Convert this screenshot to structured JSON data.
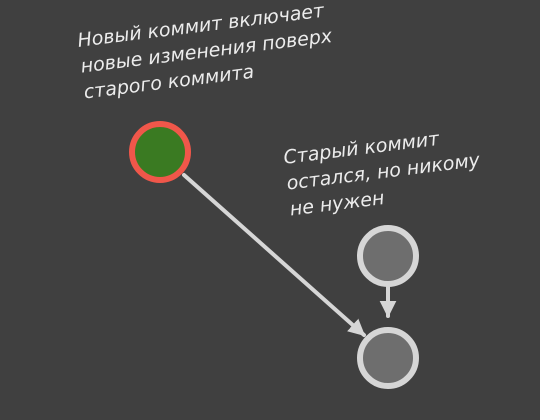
{
  "annotations": {
    "new_commit": [
      "Новый коммит включает",
      "новые изменения поверх",
      "старого коммита"
    ],
    "old_commit": [
      "Старый коммит",
      "остался, но никому",
      "не нужен"
    ]
  },
  "colors": {
    "background": "#404040",
    "new_commit_fill": "#3a7a22",
    "new_commit_ring": "#f0574a",
    "old_commit_fill": "#6e6e6e",
    "old_commit_ring": "#d6d6d6",
    "arrow": "#d6d6d6"
  }
}
